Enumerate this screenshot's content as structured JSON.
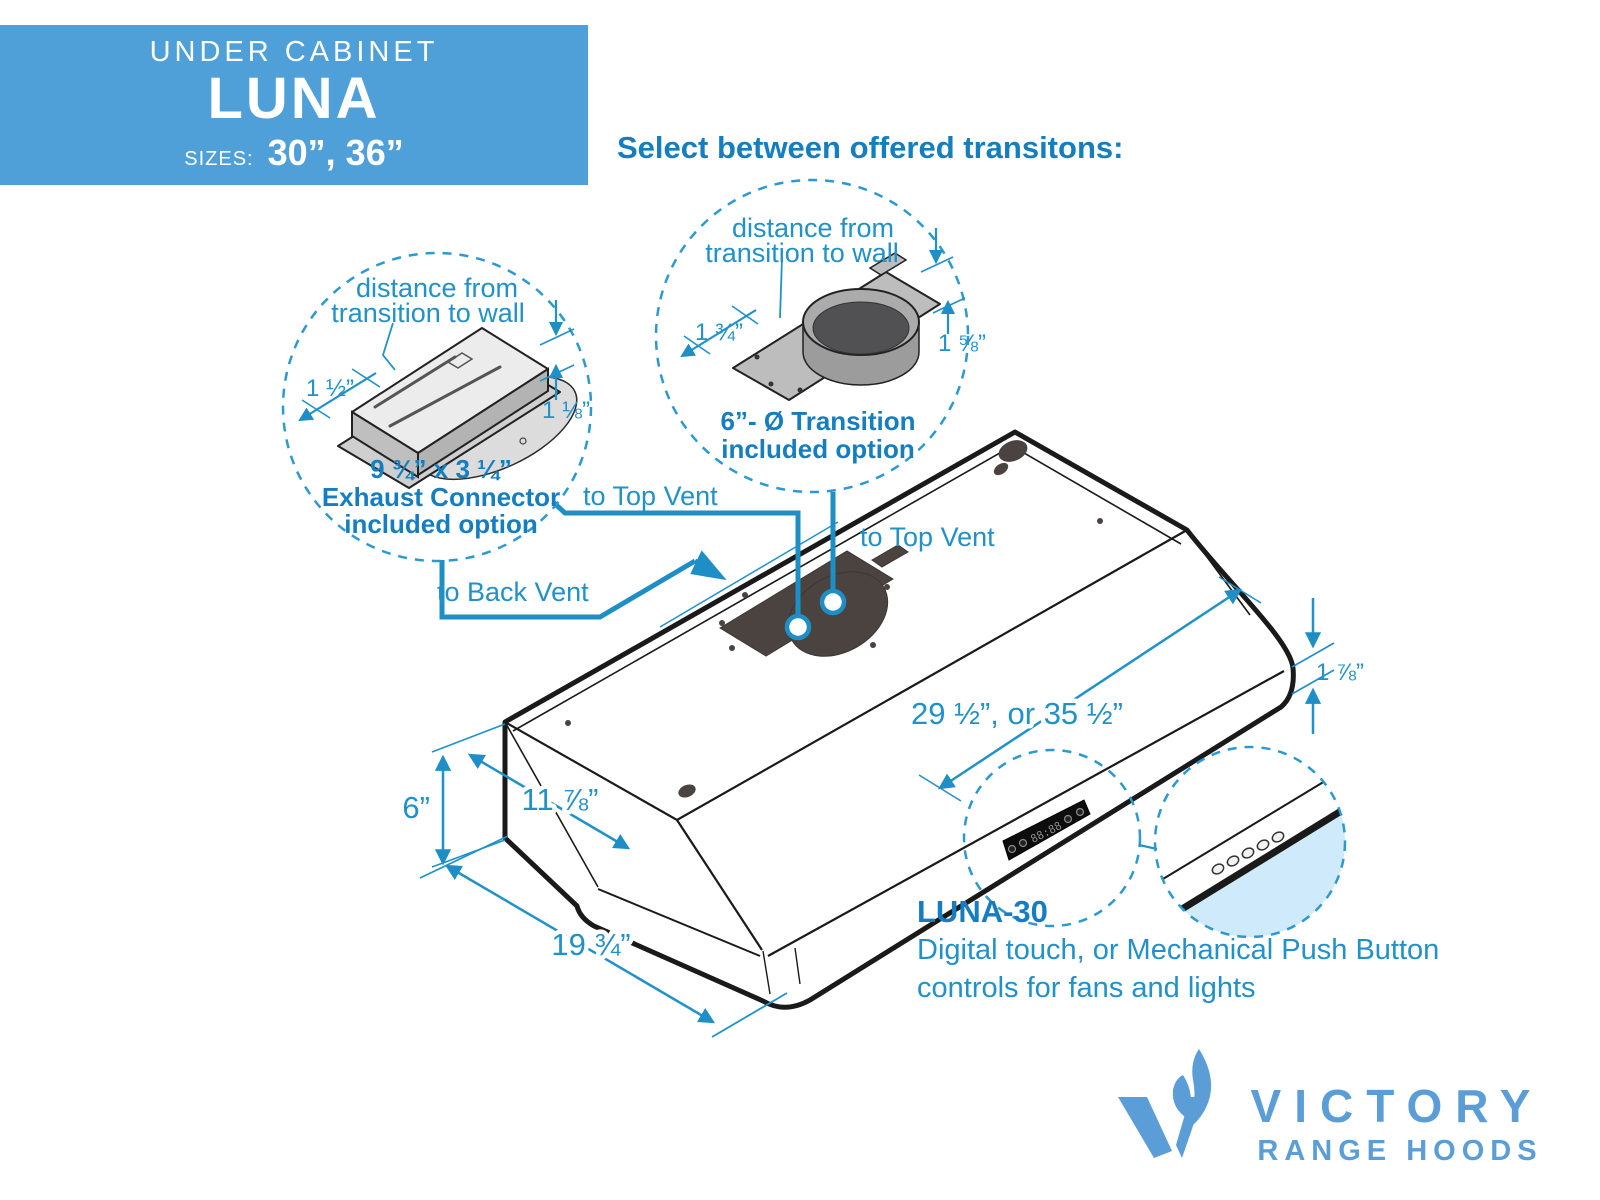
{
  "header": {
    "category": "UNDER CABINET",
    "model": "LUNA",
    "sizes_label": "SIZES:",
    "sizes_value": "30”, 36”",
    "bg_color": "#4fa0d8"
  },
  "heading": "Select between offered transitons:",
  "colors": {
    "accent_blue": "#2191c9",
    "bold_blue": "#147ec0",
    "dashed_circle": "#2a99d4",
    "drawing_line": "#1a1a1a",
    "cutout_fill": "#4a4340",
    "detail_fill": "#cfeafb",
    "logo_blue": "#5b9ed7"
  },
  "transition_options": {
    "exhaust": {
      "callout_line1": "distance from",
      "callout_line2": "transition to wall",
      "dim_left": "1 ½”",
      "dim_right": "1 ⅛”",
      "caption_line1": "9 ¾” x 3 ¼”",
      "caption_line2": "Exhaust Connector",
      "caption_line3": "included option"
    },
    "round": {
      "callout_line1": "distance from",
      "callout_line2": "transition to wall",
      "dim_left": "1 ¾”",
      "dim_right": "1 ⅝”",
      "caption_line1": "6”- Ø Transition",
      "caption_line2": "included option"
    }
  },
  "vents": {
    "top_vent_left": "to Top Vent",
    "top_vent_right": "to Top Vent",
    "back_vent": "to Back Vent"
  },
  "dimensions": {
    "width": "29 ½”, or 35 ½”",
    "rim_height": "1 ⅞”",
    "end_height": "6”",
    "top_depth": "11 ⅞”",
    "bottom_depth": "19 ¾”"
  },
  "controls": {
    "model": "LUNA-30",
    "line1": "Digital touch, or Mechanical Push Button",
    "line2": "controls for fans and lights",
    "display_value": "88:88"
  },
  "logo": {
    "brand": "VICTORY",
    "sub": "RANGE HOODS"
  }
}
